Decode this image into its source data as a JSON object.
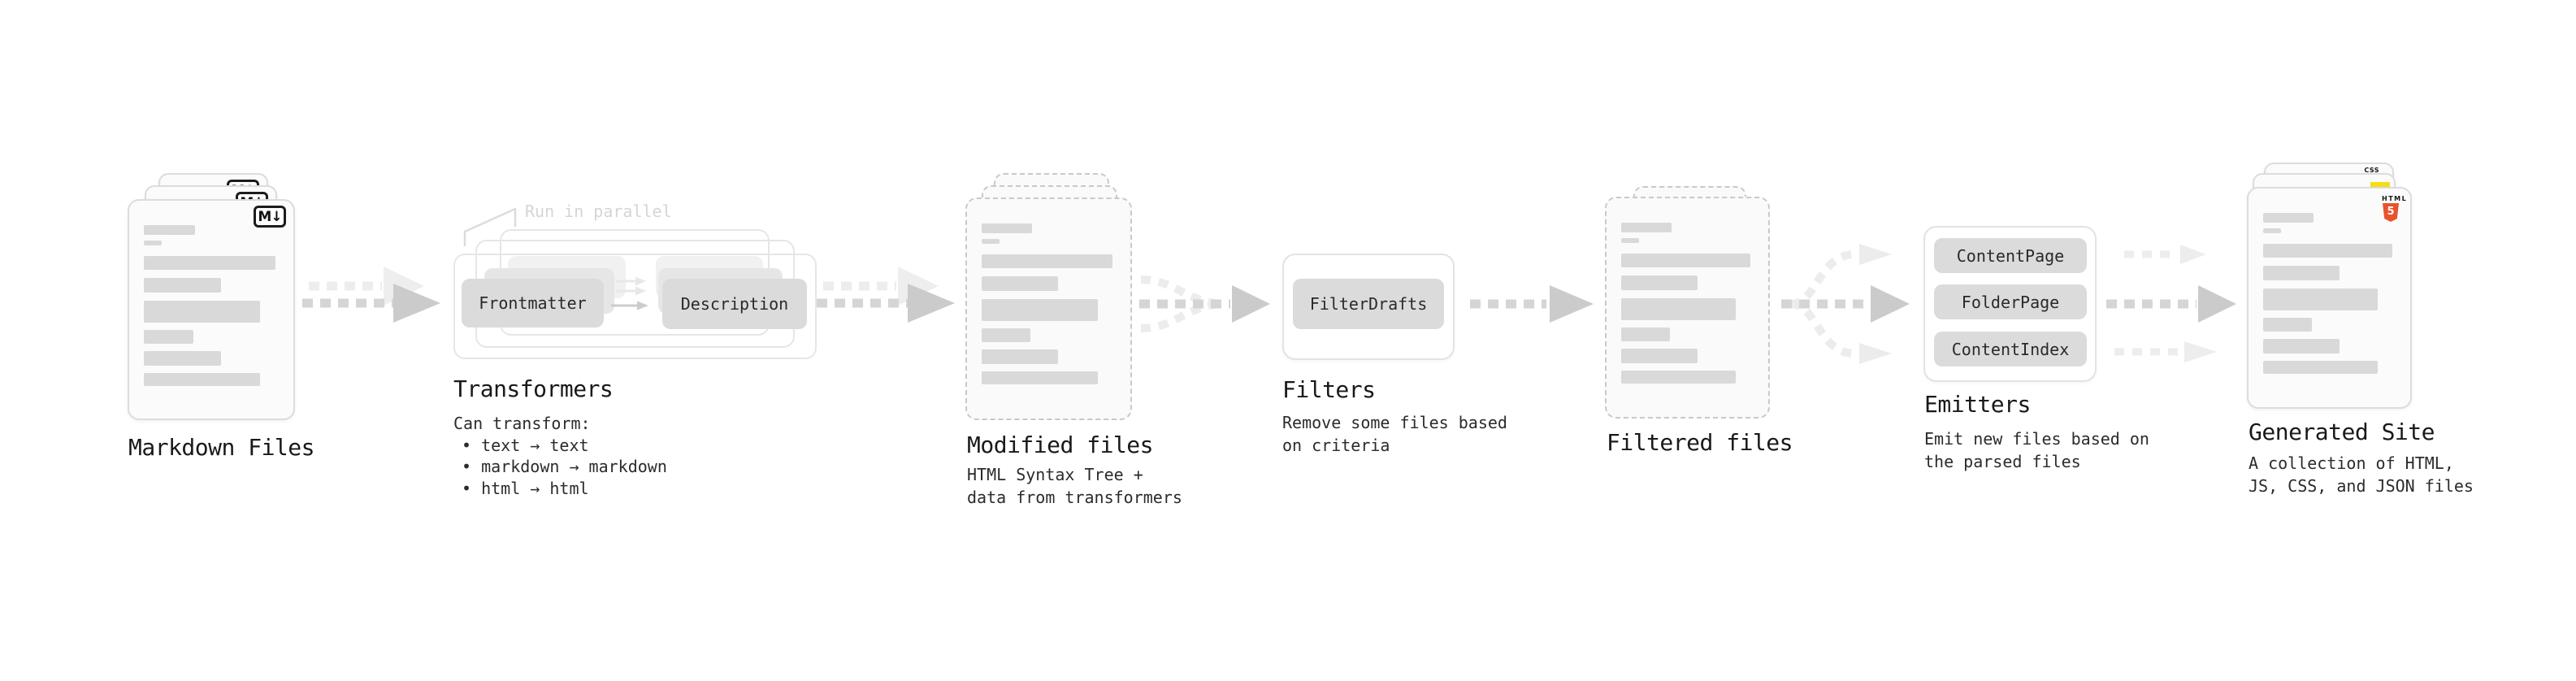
{
  "stages": {
    "markdown": {
      "label": "Markdown Files",
      "badge": "M↓"
    },
    "transformers": {
      "label": "Transformers",
      "note": "Run in parallel",
      "pill_left": "Frontmatter",
      "pill_right": "Description",
      "desc_title": "Can transform:",
      "bullets": [
        "• text → text",
        "• markdown → markdown",
        "• html → html"
      ]
    },
    "modified": {
      "label": "Modified files",
      "desc": [
        "HTML Syntax Tree +",
        "data from transformers"
      ]
    },
    "filters": {
      "label": "Filters",
      "pill": "FilterDrafts",
      "desc": [
        "Remove some files based",
        "on criteria"
      ]
    },
    "filtered": {
      "label": "Filtered files"
    },
    "emitters": {
      "label": "Emitters",
      "pills": [
        "ContentPage",
        "FolderPage",
        "ContentIndex"
      ],
      "desc": [
        "Emit new files based on",
        "the parsed files"
      ]
    },
    "generated": {
      "label": "Generated Site",
      "desc": [
        "A collection of HTML,",
        "JS, CSS, and JSON files"
      ],
      "badges": {
        "css": "CSS",
        "html": "HTML",
        "html_number": "5"
      }
    }
  },
  "colors": {
    "background": "#ffffff",
    "card_fill": "#fbfbfb",
    "card_border": "#dcdcdc",
    "dashed_border": "#c9c9c9",
    "pill_fill": "#dbdbdb",
    "pill_ghost_mid": "#e6e6e6",
    "pill_ghost_back": "#f1f1f1",
    "bar_fill": "#d9d9d9",
    "arrow_dark": "#d5d5d5",
    "arrow_dark_head": "#cbcbcb",
    "arrow_light": "#ededed",
    "note_text": "#d5d5d5",
    "heading_text": "#191919",
    "body_text": "#2b2b2b",
    "html5_orange": "#e8532c",
    "js_yellow": "#f5de19",
    "css_blue": "#2b63e8"
  }
}
